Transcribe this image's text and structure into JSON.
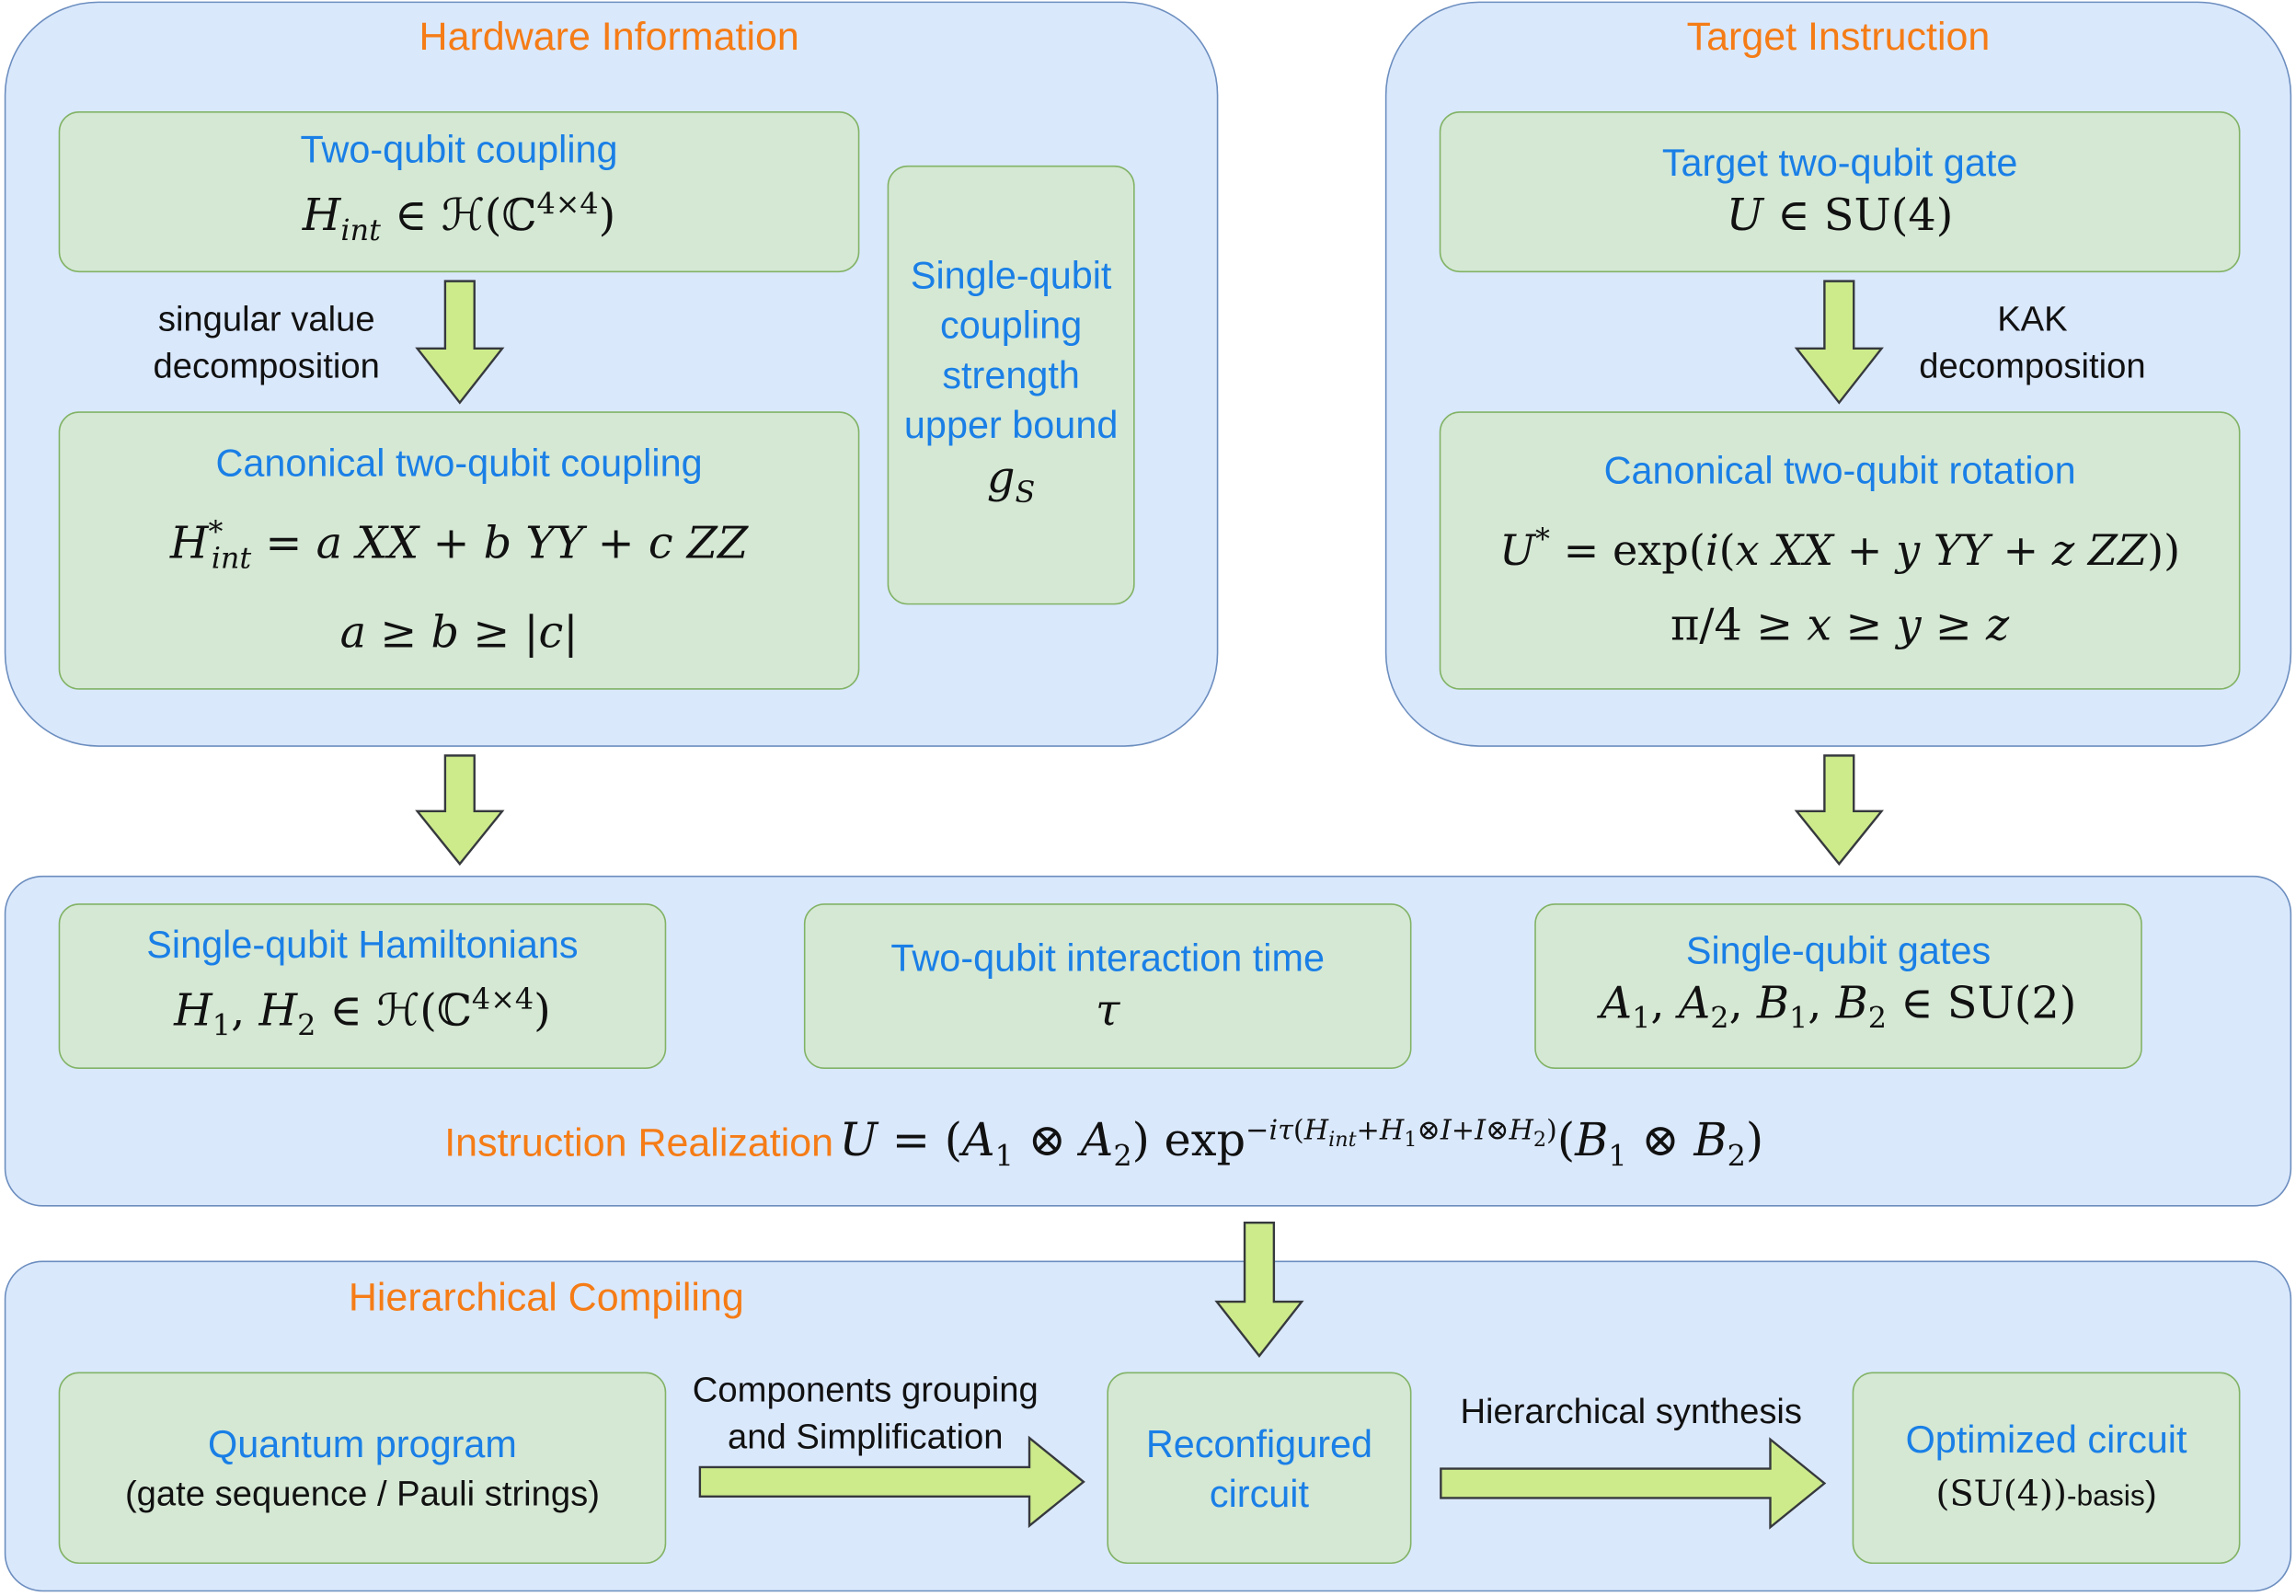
{
  "hardware": {
    "title": "Hardware Information",
    "coupling_label": "Two-qubit coupling",
    "coupling_math": "H_int ∈ ℋ(ℂ^{4×4})",
    "svd_label_1": "singular value",
    "svd_label_2": "decomposition",
    "canonical_label": "Canonical two-qubit coupling",
    "canonical_math_1": "H*_int = a XX + b YY + c ZZ",
    "canonical_math_2": "a ≥ b ≥ |c|",
    "single_label_1": "Single-qubit",
    "single_label_2": "coupling",
    "single_label_3": "strength",
    "single_label_4": "upper bound",
    "single_math": "g_S"
  },
  "target": {
    "title": "Target Instruction",
    "gate_label": "Target two-qubit gate",
    "gate_math": "U ∈ SU(4)",
    "kak_label_1": "KAK",
    "kak_label_2": "decomposition",
    "rotation_label": "Canonical two-qubit rotation",
    "rotation_math_1": "U* = exp(i(x XX + y YY + z ZZ))",
    "rotation_math_2": "π/4 ≥ x ≥ y ≥ z"
  },
  "realization": {
    "hamiltonians_label": "Single-qubit Hamiltonians",
    "hamiltonians_math": "H1, H2 ∈ ℋ(ℂ^{4×4})",
    "time_label": "Two-qubit interaction time",
    "time_math": "τ",
    "gates_label": "Single-qubit gates",
    "gates_math": "A1, A2, B1, B2 ∈ SU(2)",
    "title": "Instruction Realization",
    "formula": "U = (A1 ⊗ A2) exp^{−iτ(H_int + H1⊗I + I⊗H2)} (B1 ⊗ B2)"
  },
  "compiling": {
    "title": "Hierarchical Compiling",
    "program_label": "Quantum program",
    "program_sub": "(gate sequence / Pauli strings)",
    "grouping_label_1": "Components grouping",
    "grouping_label_2": "and Simplification",
    "reconfigured_label_1": "Reconfigured",
    "reconfigured_label_2": "circuit",
    "synthesis_label": "Hierarchical synthesis",
    "optimized_label": "Optimized circuit",
    "optimized_sub_math": "SU(4)",
    "optimized_sub_text": "-basis"
  }
}
